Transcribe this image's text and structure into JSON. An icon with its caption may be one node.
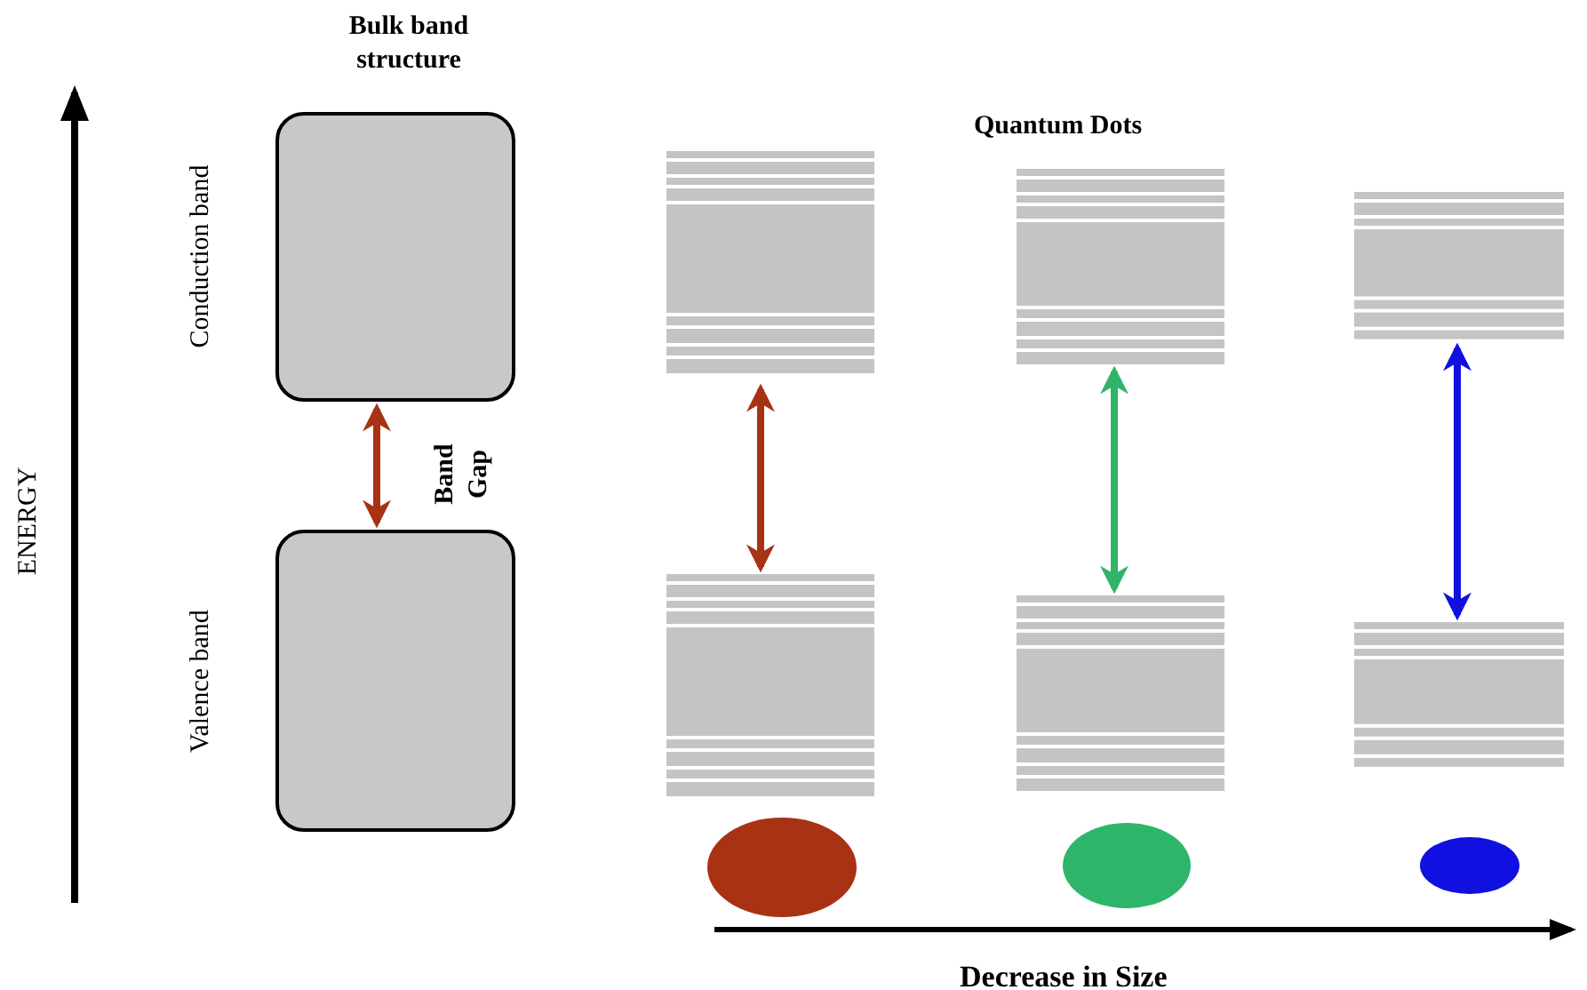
{
  "diagram": {
    "nodes": [
      {
        "text": [
          "Conduction band"
        ]
      },
      {
        "text": [
          "Valence band"
        ]
      },
      {
        "text": [],
        "shape": "box"
      },
      {
        "text": [],
        "shape": "box"
      },
      {
        "text": [],
        "shape": "box"
      },
      {
        "text": [],
        "shape": "box"
      },
      {
        "text": [],
        "shape": "box"
      },
      {
        "text": [],
        "shape": "box"
      },
      {
        "text": [],
        "shape": "circle"
      },
      {
        "text": [],
        "shape": "circle"
      },
      {
        "text": [],
        "shape": "circle"
      }
    ],
    "edges": [
      {
        "from": 0,
        "to": 1,
        "arrow": "both",
        "label": "Band Gap",
        "color": "#a83214"
      },
      {
        "from": 2,
        "to": 3,
        "arrow": "both",
        "color": "#a83214"
      },
      {
        "from": 4,
        "to": 5,
        "arrow": "both",
        "color": "#2fb56a"
      },
      {
        "from": 6,
        "to": 7,
        "arrow": "both",
        "color": "#1010e0"
      }
    ],
    "labels": [
      "Bulk band structure",
      "Quantum Dots",
      "ENERGY",
      "Decrease in Size"
    ]
  }
}
